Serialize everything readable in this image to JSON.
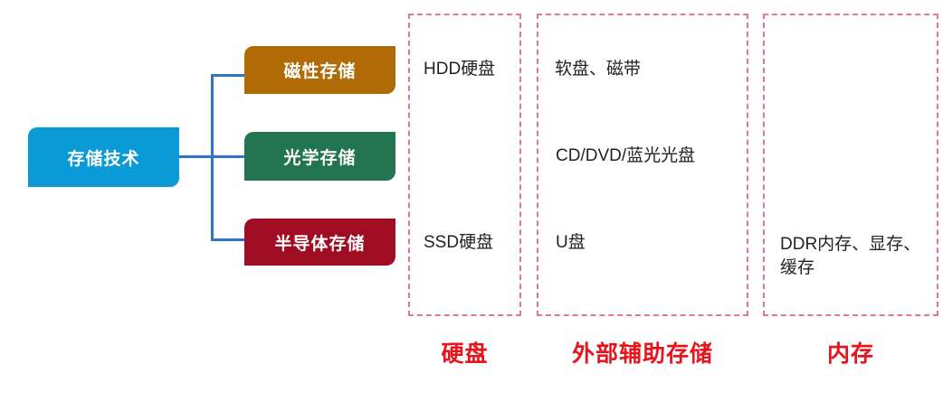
{
  "root": {
    "label": "存储技术",
    "color": "#0a9ad6"
  },
  "branches": [
    {
      "label": "磁性存储",
      "color": "#b06a06"
    },
    {
      "label": "光学存储",
      "color": "#237450"
    },
    {
      "label": "半导体存储",
      "color": "#a00d22"
    }
  ],
  "categories": [
    {
      "label": "硬盘",
      "items": {
        "magnetic": "HDD硬盘",
        "optical": "",
        "semiconductor": "SSD硬盘"
      }
    },
    {
      "label": "外部辅助存储",
      "items": {
        "magnetic": "软盘、磁带",
        "optical": "CD/DVD/蓝光光盘",
        "semiconductor": "U盘"
      }
    },
    {
      "label": "内存",
      "items": {
        "magnetic": "",
        "optical": "",
        "semiconductor": "DDR内存、显存、缓存"
      }
    }
  ],
  "colors": {
    "connector": "#2f74c8",
    "dashed_border": "#e07a8a",
    "category_text": "#e8141c"
  }
}
